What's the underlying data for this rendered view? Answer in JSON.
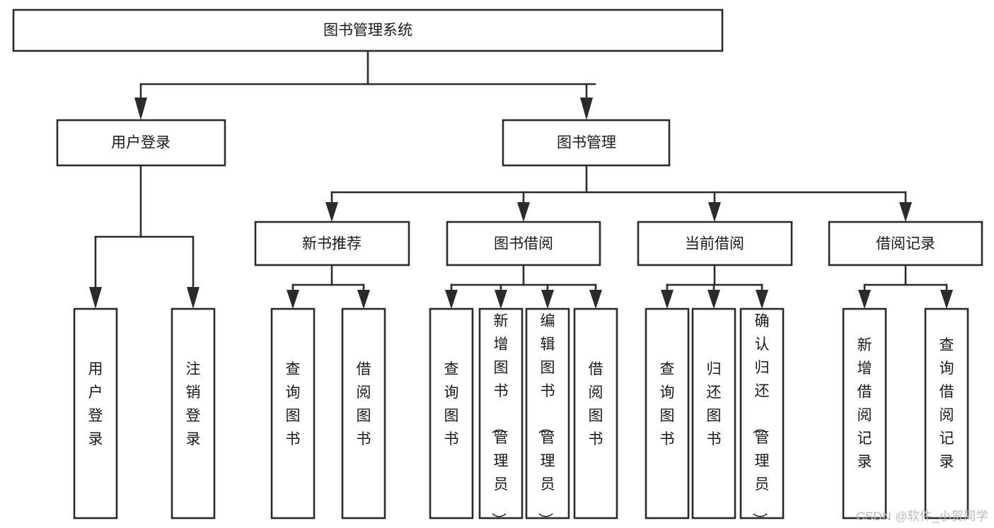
{
  "diagram": {
    "type": "tree-hierarchy",
    "title": "图书管理系统",
    "orientation": "top-down",
    "colors": {
      "box_stroke": "#2b2b2b",
      "box_fill": "#ffffff",
      "connector": "#2b2b2b",
      "text": "#1a1a1a",
      "watermark": "#b9b9b9",
      "background": "#ffffff"
    },
    "root": {
      "id": "root",
      "label": "图书管理系统",
      "orientation": "horizontal"
    },
    "level1": [
      {
        "id": "user-login",
        "label": "用户登录",
        "orientation": "horizontal"
      },
      {
        "id": "book-manage",
        "label": "图书管理",
        "orientation": "horizontal"
      }
    ],
    "level2": [
      {
        "id": "new-book-recommend",
        "label": "新书推荐",
        "parent": "book-manage",
        "orientation": "horizontal"
      },
      {
        "id": "book-borrow",
        "label": "图书借阅",
        "parent": "book-manage",
        "orientation": "horizontal"
      },
      {
        "id": "current-borrow",
        "label": "当前借阅",
        "parent": "book-manage",
        "orientation": "horizontal"
      },
      {
        "id": "borrow-record",
        "label": "借阅记录",
        "parent": "book-manage",
        "orientation": "horizontal"
      }
    ],
    "leaves": [
      {
        "id": "leaf-user-login",
        "label": "用户登录",
        "parent": "user-login",
        "orientation": "vertical"
      },
      {
        "id": "leaf-logout-login",
        "label": "注销登录",
        "parent": "user-login",
        "orientation": "vertical"
      },
      {
        "id": "leaf-query-book-1",
        "label": "查询图书",
        "parent": "new-book-recommend",
        "orientation": "vertical"
      },
      {
        "id": "leaf-borrow-book-1",
        "label": "借阅图书",
        "parent": "new-book-recommend",
        "orientation": "vertical"
      },
      {
        "id": "leaf-query-book-2",
        "label": "查询图书",
        "parent": "book-borrow",
        "orientation": "vertical"
      },
      {
        "id": "leaf-add-book-admin",
        "label": "新增图书（管理员）",
        "parent": "book-borrow",
        "orientation": "vertical"
      },
      {
        "id": "leaf-edit-book-admin",
        "label": "编辑图书（管理员）",
        "parent": "book-borrow",
        "orientation": "vertical"
      },
      {
        "id": "leaf-borrow-book-2",
        "label": "借阅图书",
        "parent": "book-borrow",
        "orientation": "vertical"
      },
      {
        "id": "leaf-query-book-3",
        "label": "查询图书",
        "parent": "current-borrow",
        "orientation": "vertical"
      },
      {
        "id": "leaf-return-book",
        "label": "归还图书",
        "parent": "current-borrow",
        "orientation": "vertical"
      },
      {
        "id": "leaf-confirm-return-admin",
        "label": "确认归还（管理员）",
        "parent": "current-borrow",
        "orientation": "vertical"
      },
      {
        "id": "leaf-add-borrow-record",
        "label": "新增借阅记录",
        "parent": "borrow-record",
        "orientation": "vertical"
      },
      {
        "id": "leaf-query-borrow-record",
        "label": "查询借阅记录",
        "parent": "borrow-record",
        "orientation": "vertical"
      }
    ]
  },
  "watermark": {
    "text": "CSDN @软件_小贺同学"
  }
}
